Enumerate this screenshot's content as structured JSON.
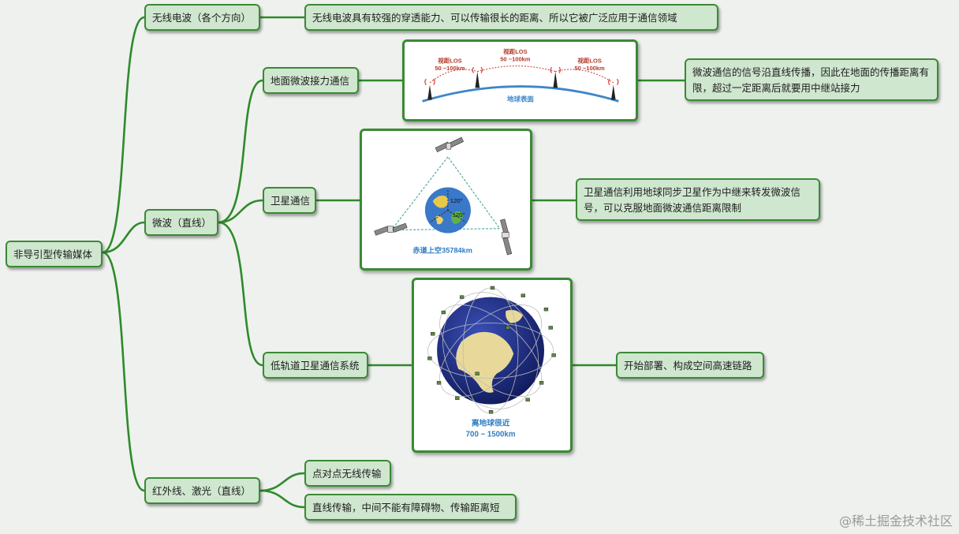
{
  "root": {
    "label": "非导引型传输媒体"
  },
  "branches": {
    "radio": {
      "label": "无线电波（各个方向）",
      "desc": "无线电波具有较强的穿透能力、可以传输很长的距离、所以它被广泛应用于通信领域"
    },
    "microwave": {
      "label": "微波（直线）",
      "ground": {
        "label": "地面微波接力通信",
        "desc": "微波通信的信号沿直线传播，因此在地面的传播距离有限，超过一定距离后就要用中继站接力",
        "figure": {
          "los_title": "视距LOS",
          "los_range": "50 ~100km",
          "surface": "地球表面"
        }
      },
      "satellite": {
        "label": "卫星通信",
        "desc": "卫星通信利用地球同步卫星作为中继来转发微波信号，可以克服地面微波通信距离限制",
        "figure": {
          "angle1": "120°",
          "angle2": "120°",
          "altitude": "赤道上空35784km"
        }
      },
      "leo": {
        "label": "低轨道卫星通信系统",
        "desc": "开始部署、构成空间高速链路",
        "figure": {
          "line1": "离地球很近",
          "line2": "700 ~ 1500km"
        }
      }
    },
    "infrared": {
      "label": "红外线、激光（直线）",
      "item1": "点对点无线传输",
      "item2": "直线传输，中间不能有障碍物、传输距离短"
    }
  },
  "watermark": "@稀土掘金技术社区"
}
